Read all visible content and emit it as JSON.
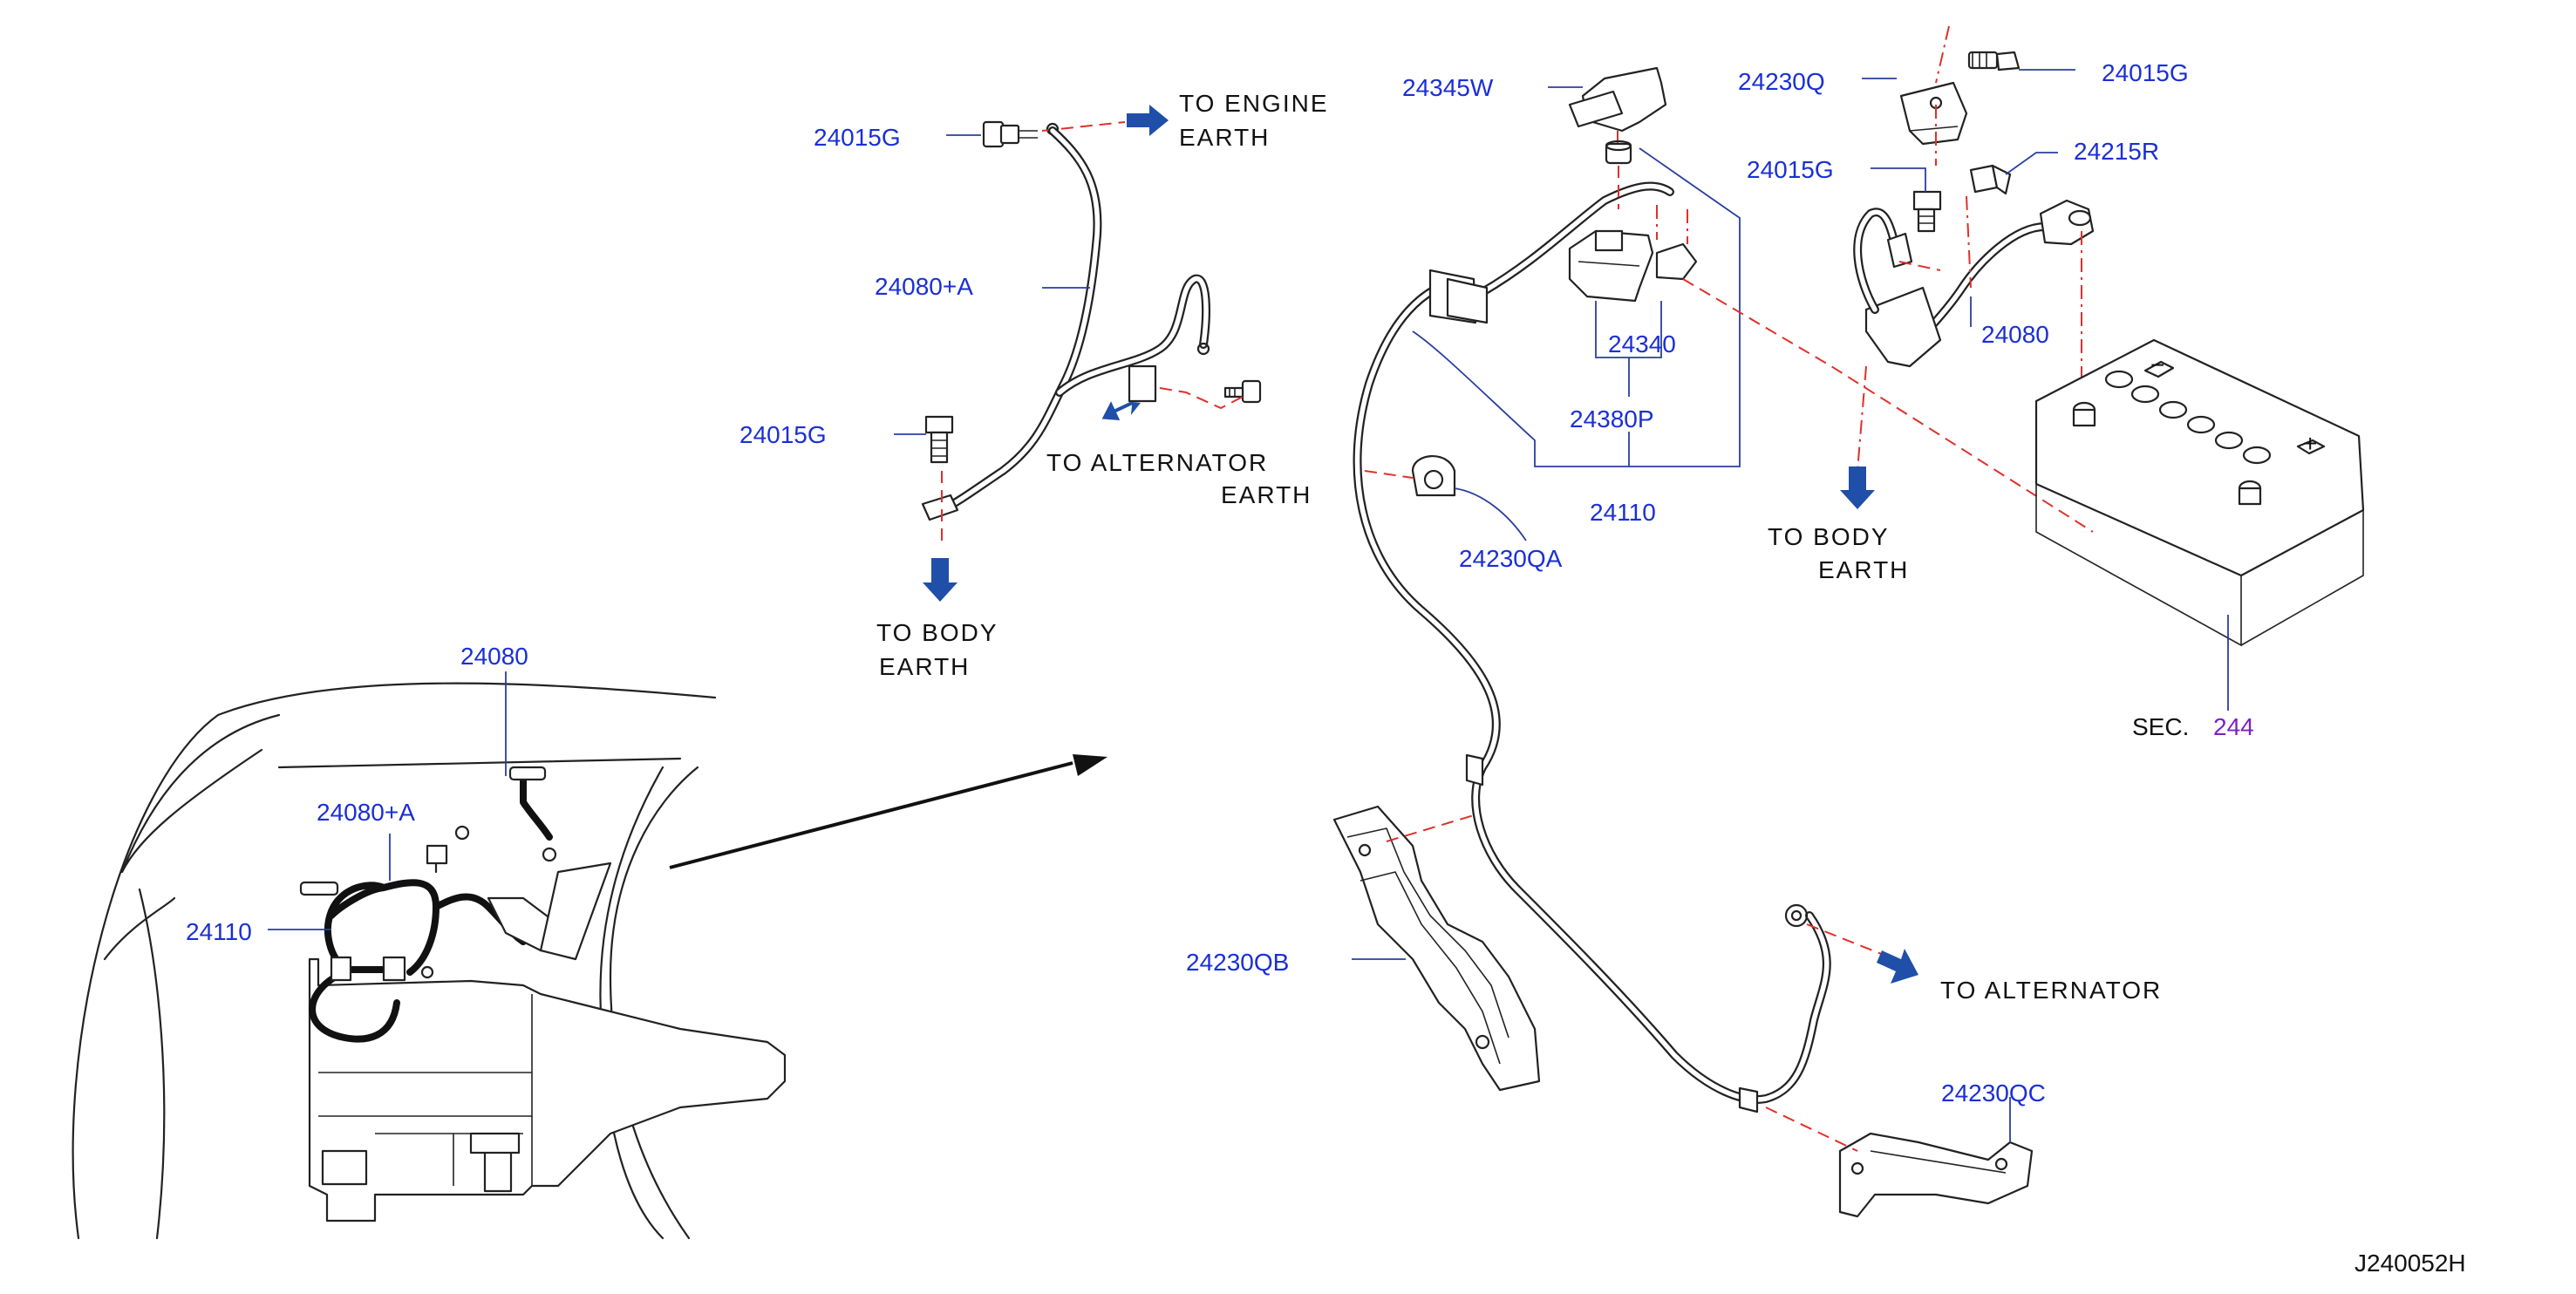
{
  "diagram_code": "J240052H",
  "parts": {
    "p_24080A_top": "24080+A",
    "p_24015G_a": "24015G",
    "p_24015G_b": "24015G",
    "p_24345W": "24345W",
    "p_24230Q": "24230Q",
    "p_24015G_c": "24015G",
    "p_24015G_d": "24015G",
    "p_24215R": "24215R",
    "p_24340": "24340",
    "p_24380P": "24380P",
    "p_24110_top": "24110",
    "p_24230QA": "24230QA",
    "p_24080_right": "24080",
    "p_24230QB": "24230QB",
    "p_24230QC": "24230QC",
    "p_24080_inset": "24080",
    "p_24080A_inset": "24080+A",
    "p_24110_inset": "24110"
  },
  "labels": {
    "engine_earth_1": "TO  ENGINE",
    "engine_earth_2": "EARTH",
    "alternator_earth_1": "TO  ALTERNATOR",
    "alternator_earth_2": "EARTH",
    "body_earth_left_1": "TO  BODY",
    "body_earth_left_2": "EARTH",
    "body_earth_right_1": "TO  BODY",
    "body_earth_right_2": "EARTH",
    "to_alternator": "TO  ALTERNATOR"
  },
  "section": {
    "prefix": "SEC.",
    "number": "244"
  },
  "colors": {
    "part_number": "#1a2fd6",
    "dashed_line": "#e0302a",
    "direction_arrow": "#1f4fa8",
    "section_number": "#7a22c8"
  }
}
